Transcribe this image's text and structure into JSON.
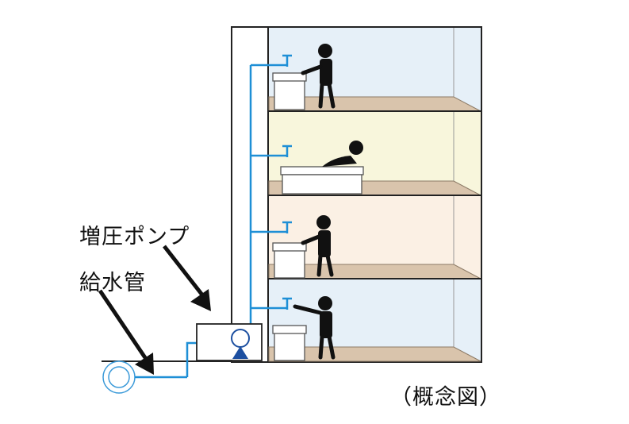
{
  "labels": {
    "booster_pump": "増圧ポンプ",
    "water_pipe": "給水管",
    "concept": "（概念図）"
  },
  "colors": {
    "pipe": "#1e8fd6",
    "floor_slab": "#d9c4ac",
    "wall_blue": "#e6f0f8",
    "wall_yellow": "#f8f6dc",
    "wall_peach": "#fbf0e4",
    "outline": "#222222",
    "pump_accent": "#1c4fa0"
  },
  "floors": [
    {
      "id": "floor-4",
      "fixture": "washbasin",
      "occupant": "standing-person",
      "wall": "blue"
    },
    {
      "id": "floor-3",
      "fixture": "bathtub",
      "occupant": "bathing-person",
      "wall": "yellow"
    },
    {
      "id": "floor-2",
      "fixture": "washbasin",
      "occupant": "standing-person",
      "wall": "peach"
    },
    {
      "id": "floor-1",
      "fixture": "washbasin",
      "occupant": "standing-person",
      "wall": "blue"
    }
  ]
}
